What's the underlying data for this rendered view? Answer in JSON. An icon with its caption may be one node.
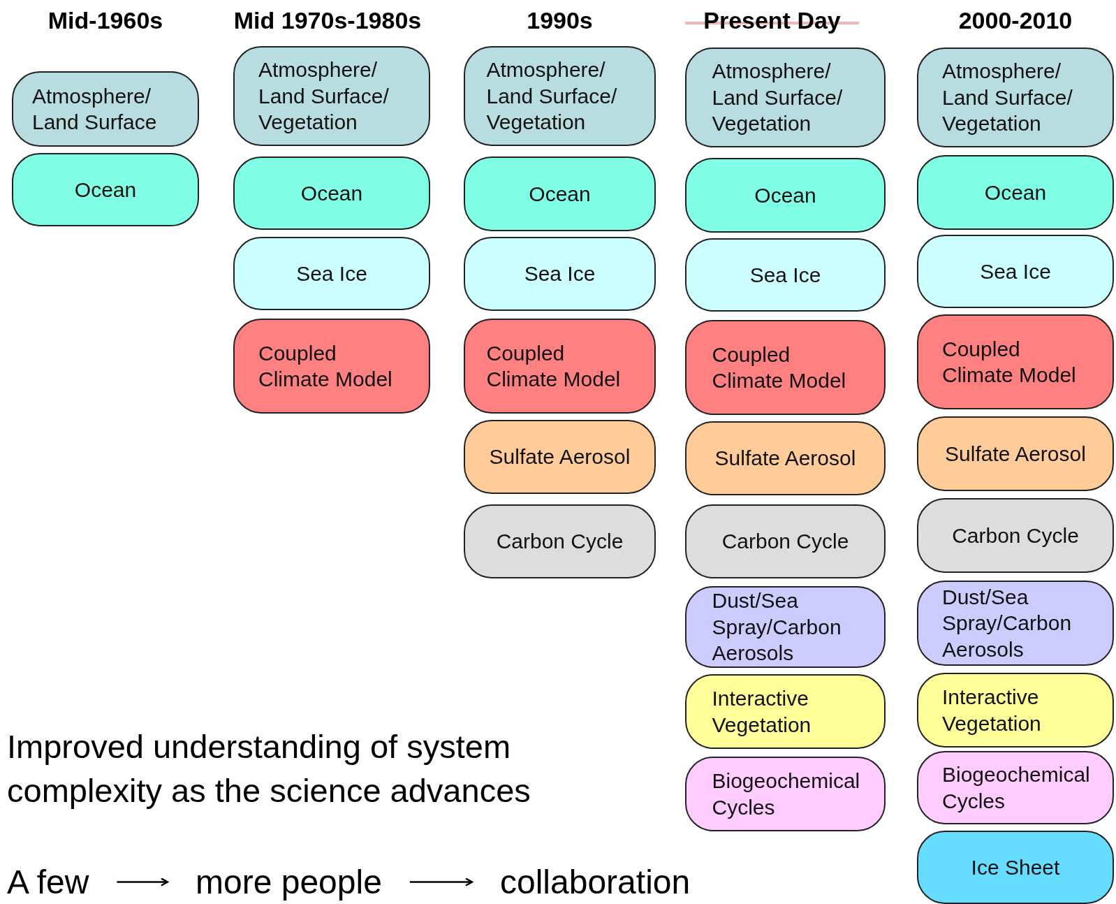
{
  "diagram": {
    "nodes": [
      {
        "text": [
          "Atmosphere/ Land Surface"
        ]
      },
      {
        "text": [
          "Ocean"
        ]
      },
      {
        "text": [
          "Atmosphere/ Land Surface/ Vegetation"
        ]
      },
      {
        "text": [
          "Ocean"
        ]
      },
      {
        "text": [
          "Sea Ice"
        ]
      },
      {
        "text": [
          "Coupled Climate Model"
        ]
      },
      {
        "text": [
          "Atmosphere/ Land Surface/ Vegetation"
        ]
      },
      {
        "text": [
          "Ocean"
        ]
      },
      {
        "text": [
          "Sea Ice"
        ]
      },
      {
        "text": [
          "Coupled Climate Model"
        ]
      },
      {
        "text": [
          "Sulfate Aerosol"
        ]
      },
      {
        "text": [
          "Carbon Cycle"
        ]
      },
      {
        "text": [
          "Atmosphere/ Land Surface/ Vegetation"
        ]
      },
      {
        "text": [
          "Ocean"
        ]
      },
      {
        "text": [
          "Sea Ice"
        ]
      },
      {
        "text": [
          "Coupled Climate Model"
        ]
      },
      {
        "text": [
          "Sulfate Aerosol"
        ]
      },
      {
        "text": [
          "Carbon Cycle"
        ]
      },
      {
        "text": [
          "Dust/Sea Spray/Carbon Aerosols"
        ]
      },
      {
        "text": [
          "Interactive Vegetation"
        ]
      },
      {
        "text": [
          "Biogeochemical Cycles"
        ]
      },
      {
        "text": [
          "Atmosphere/ Land Surface/ Vegetation"
        ]
      },
      {
        "text": [
          "Ocean"
        ]
      },
      {
        "text": [
          "Sea Ice"
        ]
      },
      {
        "text": [
          "Coupled Climate Model"
        ]
      },
      {
        "text": [
          "Sulfate Aerosol"
        ]
      },
      {
        "text": [
          "Carbon Cycle"
        ]
      },
      {
        "text": [
          "Dust/Sea Spray/Carbon Aerosols"
        ]
      },
      {
        "text": [
          "Interactive Vegetation"
        ]
      },
      {
        "text": [
          "Biogeochemical Cycles"
        ]
      },
      {
        "text": [
          "Ice Sheet"
        ]
      },
      {
        "text": [
          "A few"
        ]
      },
      {
        "text": [
          "more people"
        ]
      },
      {
        "text": [
          "collaboration"
        ]
      }
    ],
    "edges": [
      {
        "from": 31,
        "to": 32,
        "arrow": "to"
      },
      {
        "from": 32,
        "to": 33,
        "arrow": "to"
      }
    ],
    "labels": [
      "Mid-1960s",
      "Mid 1970s-1980s",
      "1990s",
      "Present Day",
      "2000-2010",
      "Improved understanding of system complexity as the science advances"
    ]
  }
}
